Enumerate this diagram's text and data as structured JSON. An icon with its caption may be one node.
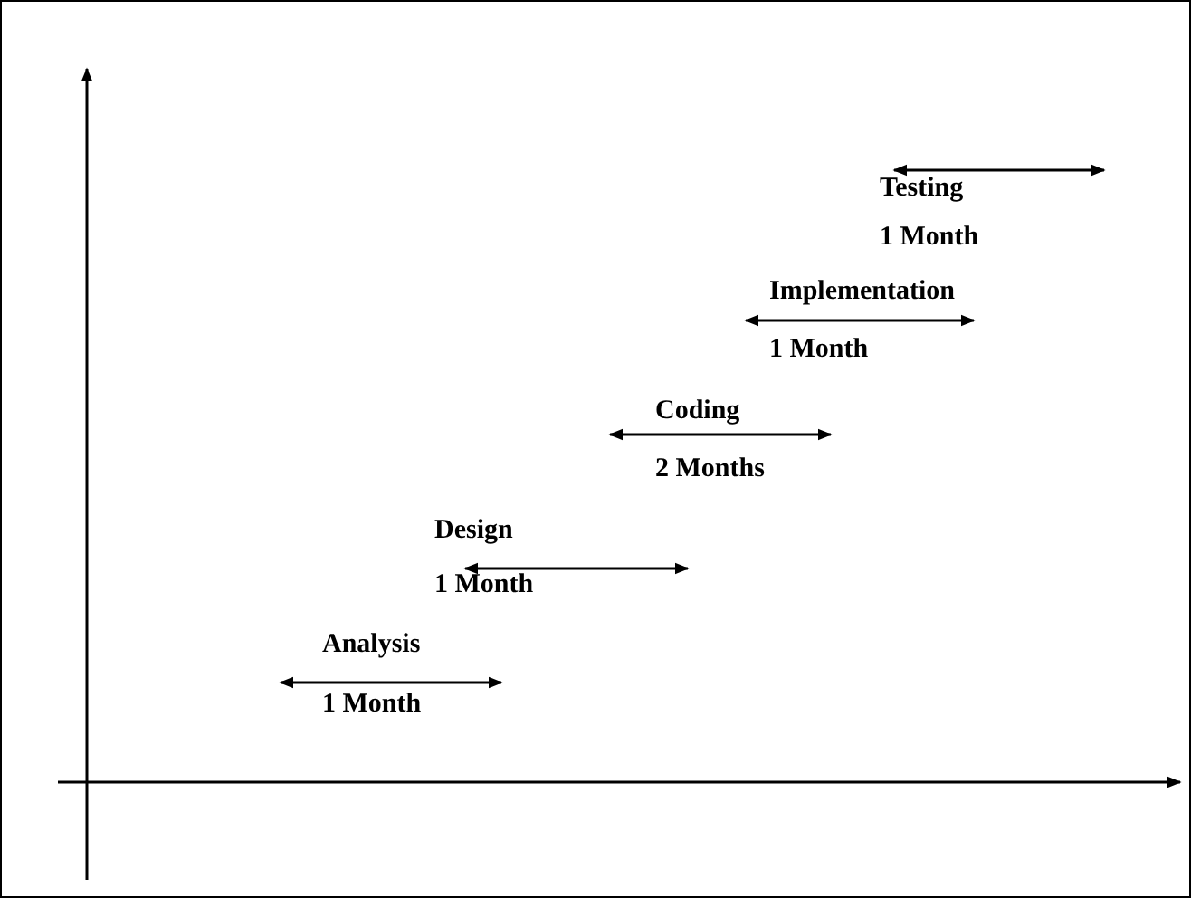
{
  "diagram": {
    "labels": [
      "Testing",
      "1 Month",
      "Implementation",
      "1 Month",
      "Coding",
      "2 Months",
      "Design",
      "1 Month",
      "Analysis",
      "1 Month"
    ]
  }
}
